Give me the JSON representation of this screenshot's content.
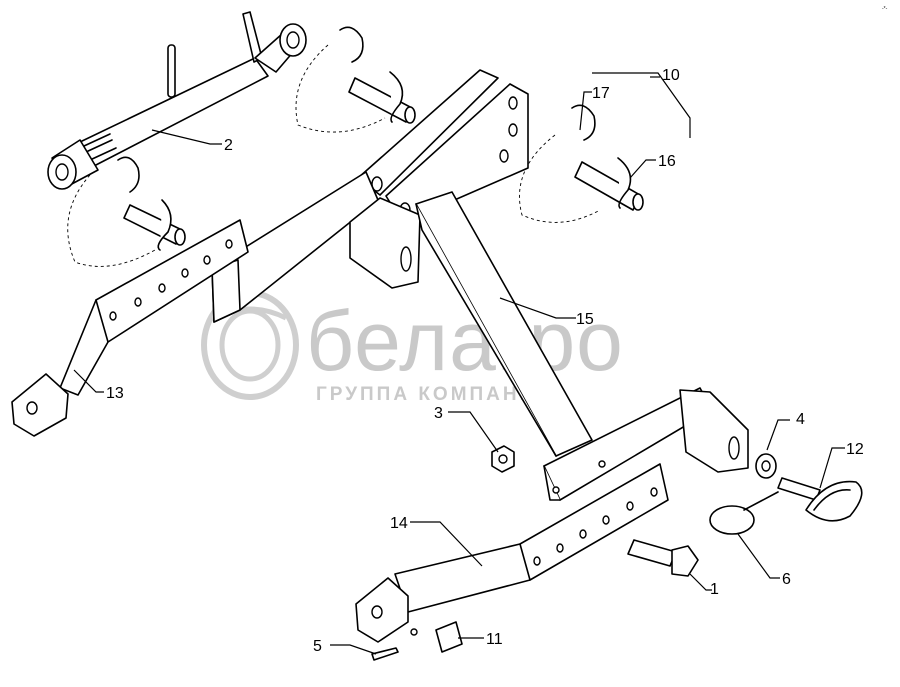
{
  "watermark": {
    "brand": "белагро",
    "tagline": "ГРУППА КОМПАНИИ"
  },
  "corner_mark": "-*-",
  "callouts": [
    {
      "id": "c1",
      "label": "1"
    },
    {
      "id": "c2",
      "label": "2"
    },
    {
      "id": "c3",
      "label": "3"
    },
    {
      "id": "c4",
      "label": "4"
    },
    {
      "id": "c5",
      "label": "5"
    },
    {
      "id": "c6",
      "label": "6"
    },
    {
      "id": "c10",
      "label": "10"
    },
    {
      "id": "c11",
      "label": "11"
    },
    {
      "id": "c12",
      "label": "12"
    },
    {
      "id": "c13",
      "label": "13"
    },
    {
      "id": "c14",
      "label": "14"
    },
    {
      "id": "c15",
      "label": "15"
    },
    {
      "id": "c16",
      "label": "16"
    },
    {
      "id": "c17",
      "label": "17"
    }
  ]
}
